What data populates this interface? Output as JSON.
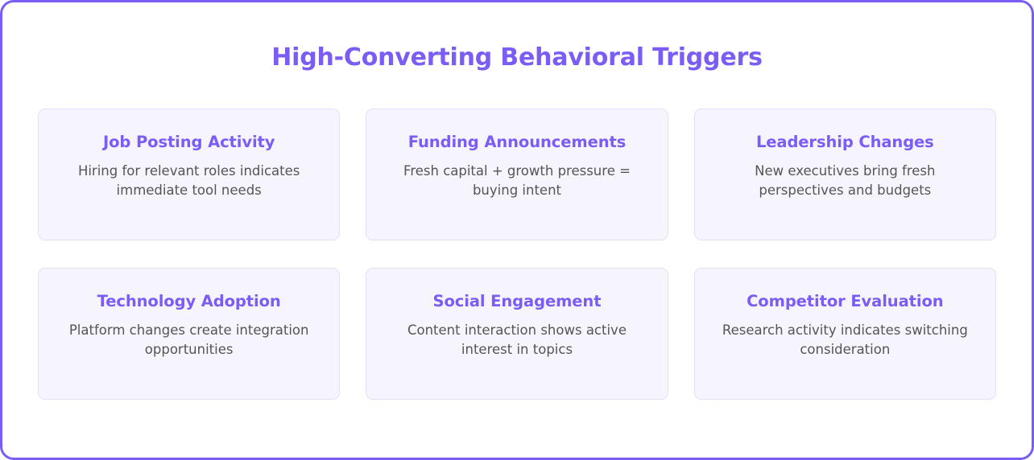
{
  "header": {
    "title": "High-Converting Behavioral Triggers"
  },
  "theme": {
    "accent": "#7b5cf5",
    "card_background": "#f6f5fe",
    "card_border": "#e2e0f7",
    "body_text": "#555555",
    "page_background": "#ffffff"
  },
  "cards": [
    {
      "title": "Job Posting Activity",
      "description": "Hiring for relevant roles indicates immediate tool needs"
    },
    {
      "title": "Funding Announcements",
      "description": "Fresh capital + growth pressure = buying intent"
    },
    {
      "title": "Leadership Changes",
      "description": "New executives bring fresh perspectives and budgets"
    },
    {
      "title": "Technology Adoption",
      "description": "Platform changes create integration opportunities"
    },
    {
      "title": "Social Engagement",
      "description": "Content interaction shows active interest in topics"
    },
    {
      "title": "Competitor Evaluation",
      "description": "Research activity indicates switching consideration"
    }
  ]
}
